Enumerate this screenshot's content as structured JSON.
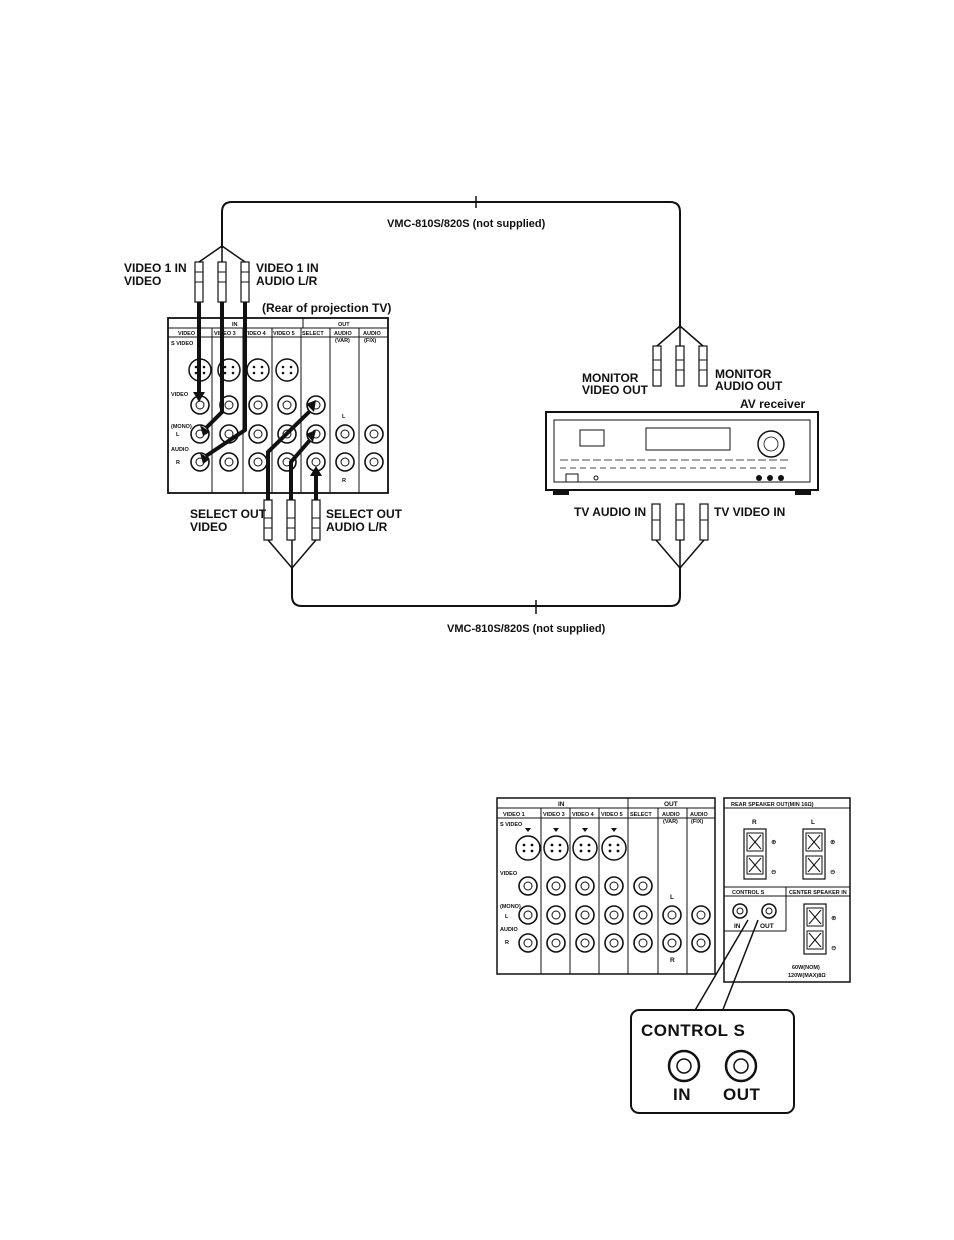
{
  "diagram1": {
    "cable_top_label": "VMC-810S/820S (not supplied)",
    "cable_bottom_label": "VMC-810S/820S (not supplied)",
    "video1_in_video_l1": "VIDEO 1 IN",
    "video1_in_video_l2": "VIDEO",
    "video1_in_audio_l1": "VIDEO 1 IN",
    "video1_in_audio_l2": "AUDIO L/R",
    "rear_tv_label": "(Rear of projection TV)",
    "monitor_video_out_l1": "MONITOR",
    "monitor_video_out_l2": "VIDEO OUT",
    "monitor_audio_out_l1": "MONITOR",
    "monitor_audio_out_l2": "AUDIO OUT",
    "av_receiver_label": "AV receiver",
    "select_out_video_l1": "SELECT OUT",
    "select_out_video_l2": "VIDEO",
    "select_out_audio_l1": "SELECT OUT",
    "select_out_audio_l2": "AUDIO L/R",
    "tv_audio_in": "TV AUDIO IN",
    "tv_video_in": "TV VIDEO IN"
  },
  "panel": {
    "in_header": "IN",
    "out_header": "OUT",
    "col_video1": "VIDEO 1",
    "col_video3": "VIDEO 3",
    "col_video4": "VIDEO 4",
    "col_video5": "VIDEO 5",
    "col_select": "SELECT",
    "col_audio_var_l1": "AUDIO",
    "col_audio_var_l2": "(VAR)",
    "col_audio_fix_l1": "AUDIO",
    "col_audio_fix_l2": "(FIX)",
    "row_svideo": "S VIDEO",
    "row_video": "VIDEO",
    "row_mono": "(MONO)",
    "row_l": "L",
    "row_audio": "AUDIO",
    "row_r": "R",
    "out_l": "L",
    "out_r": "R"
  },
  "speaker_panel": {
    "rear_speaker_out": "REAR SPEAKER OUT(MIN 16Ω)",
    "r": "R",
    "l": "L",
    "plus": "⊕",
    "minus": "⊖",
    "control_s": "CONTROL S",
    "control_in": "IN",
    "control_out": "OUT",
    "center_speaker_in": "CENTER SPEAKER IN",
    "power_l1": "60W(NOM)",
    "power_l2": "120W(MAX)8Ω"
  },
  "zoom": {
    "title": "CONTROL S",
    "in": "IN",
    "out": "OUT"
  }
}
